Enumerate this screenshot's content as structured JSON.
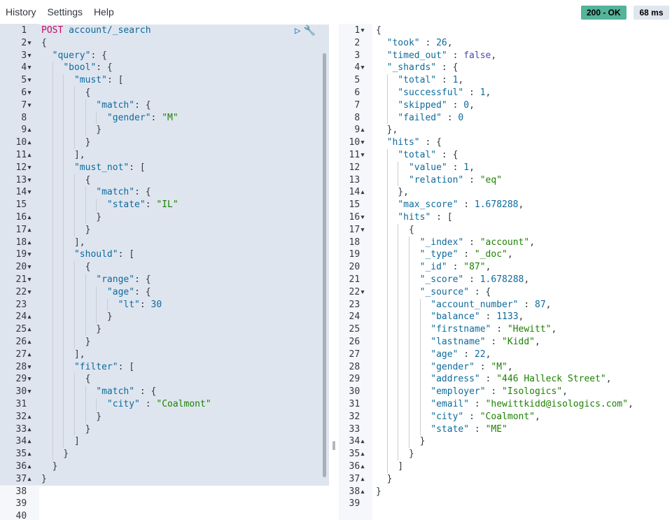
{
  "menu": {
    "history": "History",
    "settings": "Settings",
    "help": "Help"
  },
  "status": {
    "code": "200 - OK",
    "time": "68 ms"
  },
  "icons": {
    "run": "play-icon",
    "settings": "wrench-icon"
  },
  "request": {
    "method": "POST",
    "path": "account/_search",
    "lines": [
      {
        "n": "1",
        "f": "",
        "code": ""
      },
      {
        "n": "2",
        "f": "-",
        "code": "{"
      },
      {
        "n": "3",
        "f": "-",
        "code": "  \"query\": {"
      },
      {
        "n": "4",
        "f": "-",
        "code": "    \"bool\": {"
      },
      {
        "n": "5",
        "f": "-",
        "code": "      \"must\": ["
      },
      {
        "n": "6",
        "f": "-",
        "code": "        {"
      },
      {
        "n": "7",
        "f": "-",
        "code": "          \"match\": {"
      },
      {
        "n": "8",
        "f": "",
        "code": "            \"gender\": \"M\""
      },
      {
        "n": "9",
        "f": "^",
        "code": "          }"
      },
      {
        "n": "10",
        "f": "^",
        "code": "        }"
      },
      {
        "n": "11",
        "f": "^",
        "code": "      ],"
      },
      {
        "n": "12",
        "f": "-",
        "code": "      \"must_not\": ["
      },
      {
        "n": "13",
        "f": "-",
        "code": "        {"
      },
      {
        "n": "14",
        "f": "-",
        "code": "          \"match\": {"
      },
      {
        "n": "15",
        "f": "",
        "code": "            \"state\": \"IL\""
      },
      {
        "n": "16",
        "f": "^",
        "code": "          }"
      },
      {
        "n": "17",
        "f": "^",
        "code": "        }"
      },
      {
        "n": "18",
        "f": "^",
        "code": "      ],"
      },
      {
        "n": "19",
        "f": "-",
        "code": "      \"should\": ["
      },
      {
        "n": "20",
        "f": "-",
        "code": "        {"
      },
      {
        "n": "21",
        "f": "-",
        "code": "          \"range\": {"
      },
      {
        "n": "22",
        "f": "-",
        "code": "            \"age\": {"
      },
      {
        "n": "23",
        "f": "",
        "code": "              \"lt\": 30"
      },
      {
        "n": "24",
        "f": "^",
        "code": "            }"
      },
      {
        "n": "25",
        "f": "^",
        "code": "          }"
      },
      {
        "n": "26",
        "f": "^",
        "code": "        }"
      },
      {
        "n": "27",
        "f": "^",
        "code": "      ],"
      },
      {
        "n": "28",
        "f": "-",
        "code": "      \"filter\": ["
      },
      {
        "n": "29",
        "f": "-",
        "code": "        {"
      },
      {
        "n": "30",
        "f": "-",
        "code": "          \"match\" : {"
      },
      {
        "n": "31",
        "f": "",
        "code": "            \"city\" : \"Coalmont\""
      },
      {
        "n": "32",
        "f": "^",
        "code": "          }"
      },
      {
        "n": "33",
        "f": "^",
        "code": "        }"
      },
      {
        "n": "34",
        "f": "^",
        "code": "      ]"
      },
      {
        "n": "35",
        "f": "^",
        "code": "    }"
      },
      {
        "n": "36",
        "f": "^",
        "code": "  }"
      },
      {
        "n": "37",
        "f": "^",
        "code": "}"
      },
      {
        "n": "38",
        "f": "",
        "code": ""
      },
      {
        "n": "39",
        "f": "",
        "code": ""
      },
      {
        "n": "40",
        "f": "",
        "code": ""
      }
    ]
  },
  "response": {
    "lines": [
      {
        "n": "1",
        "f": "-",
        "code": "{"
      },
      {
        "n": "2",
        "f": "",
        "code": "  \"took\" : 26,"
      },
      {
        "n": "3",
        "f": "",
        "code": "  \"timed_out\" : false,"
      },
      {
        "n": "4",
        "f": "-",
        "code": "  \"_shards\" : {"
      },
      {
        "n": "5",
        "f": "",
        "code": "    \"total\" : 1,"
      },
      {
        "n": "6",
        "f": "",
        "code": "    \"successful\" : 1,"
      },
      {
        "n": "7",
        "f": "",
        "code": "    \"skipped\" : 0,"
      },
      {
        "n": "8",
        "f": "",
        "code": "    \"failed\" : 0"
      },
      {
        "n": "9",
        "f": "^",
        "code": "  },"
      },
      {
        "n": "10",
        "f": "-",
        "code": "  \"hits\" : {"
      },
      {
        "n": "11",
        "f": "-",
        "code": "    \"total\" : {"
      },
      {
        "n": "12",
        "f": "",
        "code": "      \"value\" : 1,"
      },
      {
        "n": "13",
        "f": "",
        "code": "      \"relation\" : \"eq\""
      },
      {
        "n": "14",
        "f": "^",
        "code": "    },"
      },
      {
        "n": "15",
        "f": "",
        "code": "    \"max_score\" : 1.678288,"
      },
      {
        "n": "16",
        "f": "-",
        "code": "    \"hits\" : ["
      },
      {
        "n": "17",
        "f": "-",
        "code": "      {"
      },
      {
        "n": "18",
        "f": "",
        "code": "        \"_index\" : \"account\","
      },
      {
        "n": "19",
        "f": "",
        "code": "        \"_type\" : \"_doc\","
      },
      {
        "n": "20",
        "f": "",
        "code": "        \"_id\" : \"87\","
      },
      {
        "n": "21",
        "f": "",
        "code": "        \"_score\" : 1.678288,"
      },
      {
        "n": "22",
        "f": "-",
        "code": "        \"_source\" : {"
      },
      {
        "n": "23",
        "f": "",
        "code": "          \"account_number\" : 87,"
      },
      {
        "n": "24",
        "f": "",
        "code": "          \"balance\" : 1133,"
      },
      {
        "n": "25",
        "f": "",
        "code": "          \"firstname\" : \"Hewitt\","
      },
      {
        "n": "26",
        "f": "",
        "code": "          \"lastname\" : \"Kidd\","
      },
      {
        "n": "27",
        "f": "",
        "code": "          \"age\" : 22,"
      },
      {
        "n": "28",
        "f": "",
        "code": "          \"gender\" : \"M\","
      },
      {
        "n": "29",
        "f": "",
        "code": "          \"address\" : \"446 Halleck Street\","
      },
      {
        "n": "30",
        "f": "",
        "code": "          \"employer\" : \"Isologics\","
      },
      {
        "n": "31",
        "f": "",
        "code": "          \"email\" : \"hewittkidd@isologics.com\","
      },
      {
        "n": "32",
        "f": "",
        "code": "          \"city\" : \"Coalmont\","
      },
      {
        "n": "33",
        "f": "",
        "code": "          \"state\" : \"ME\""
      },
      {
        "n": "34",
        "f": "^",
        "code": "        }"
      },
      {
        "n": "35",
        "f": "^",
        "code": "      }"
      },
      {
        "n": "36",
        "f": "^",
        "code": "    ]"
      },
      {
        "n": "37",
        "f": "^",
        "code": "  }"
      },
      {
        "n": "38",
        "f": "^",
        "code": "}"
      },
      {
        "n": "39",
        "f": "",
        "code": ""
      }
    ]
  }
}
